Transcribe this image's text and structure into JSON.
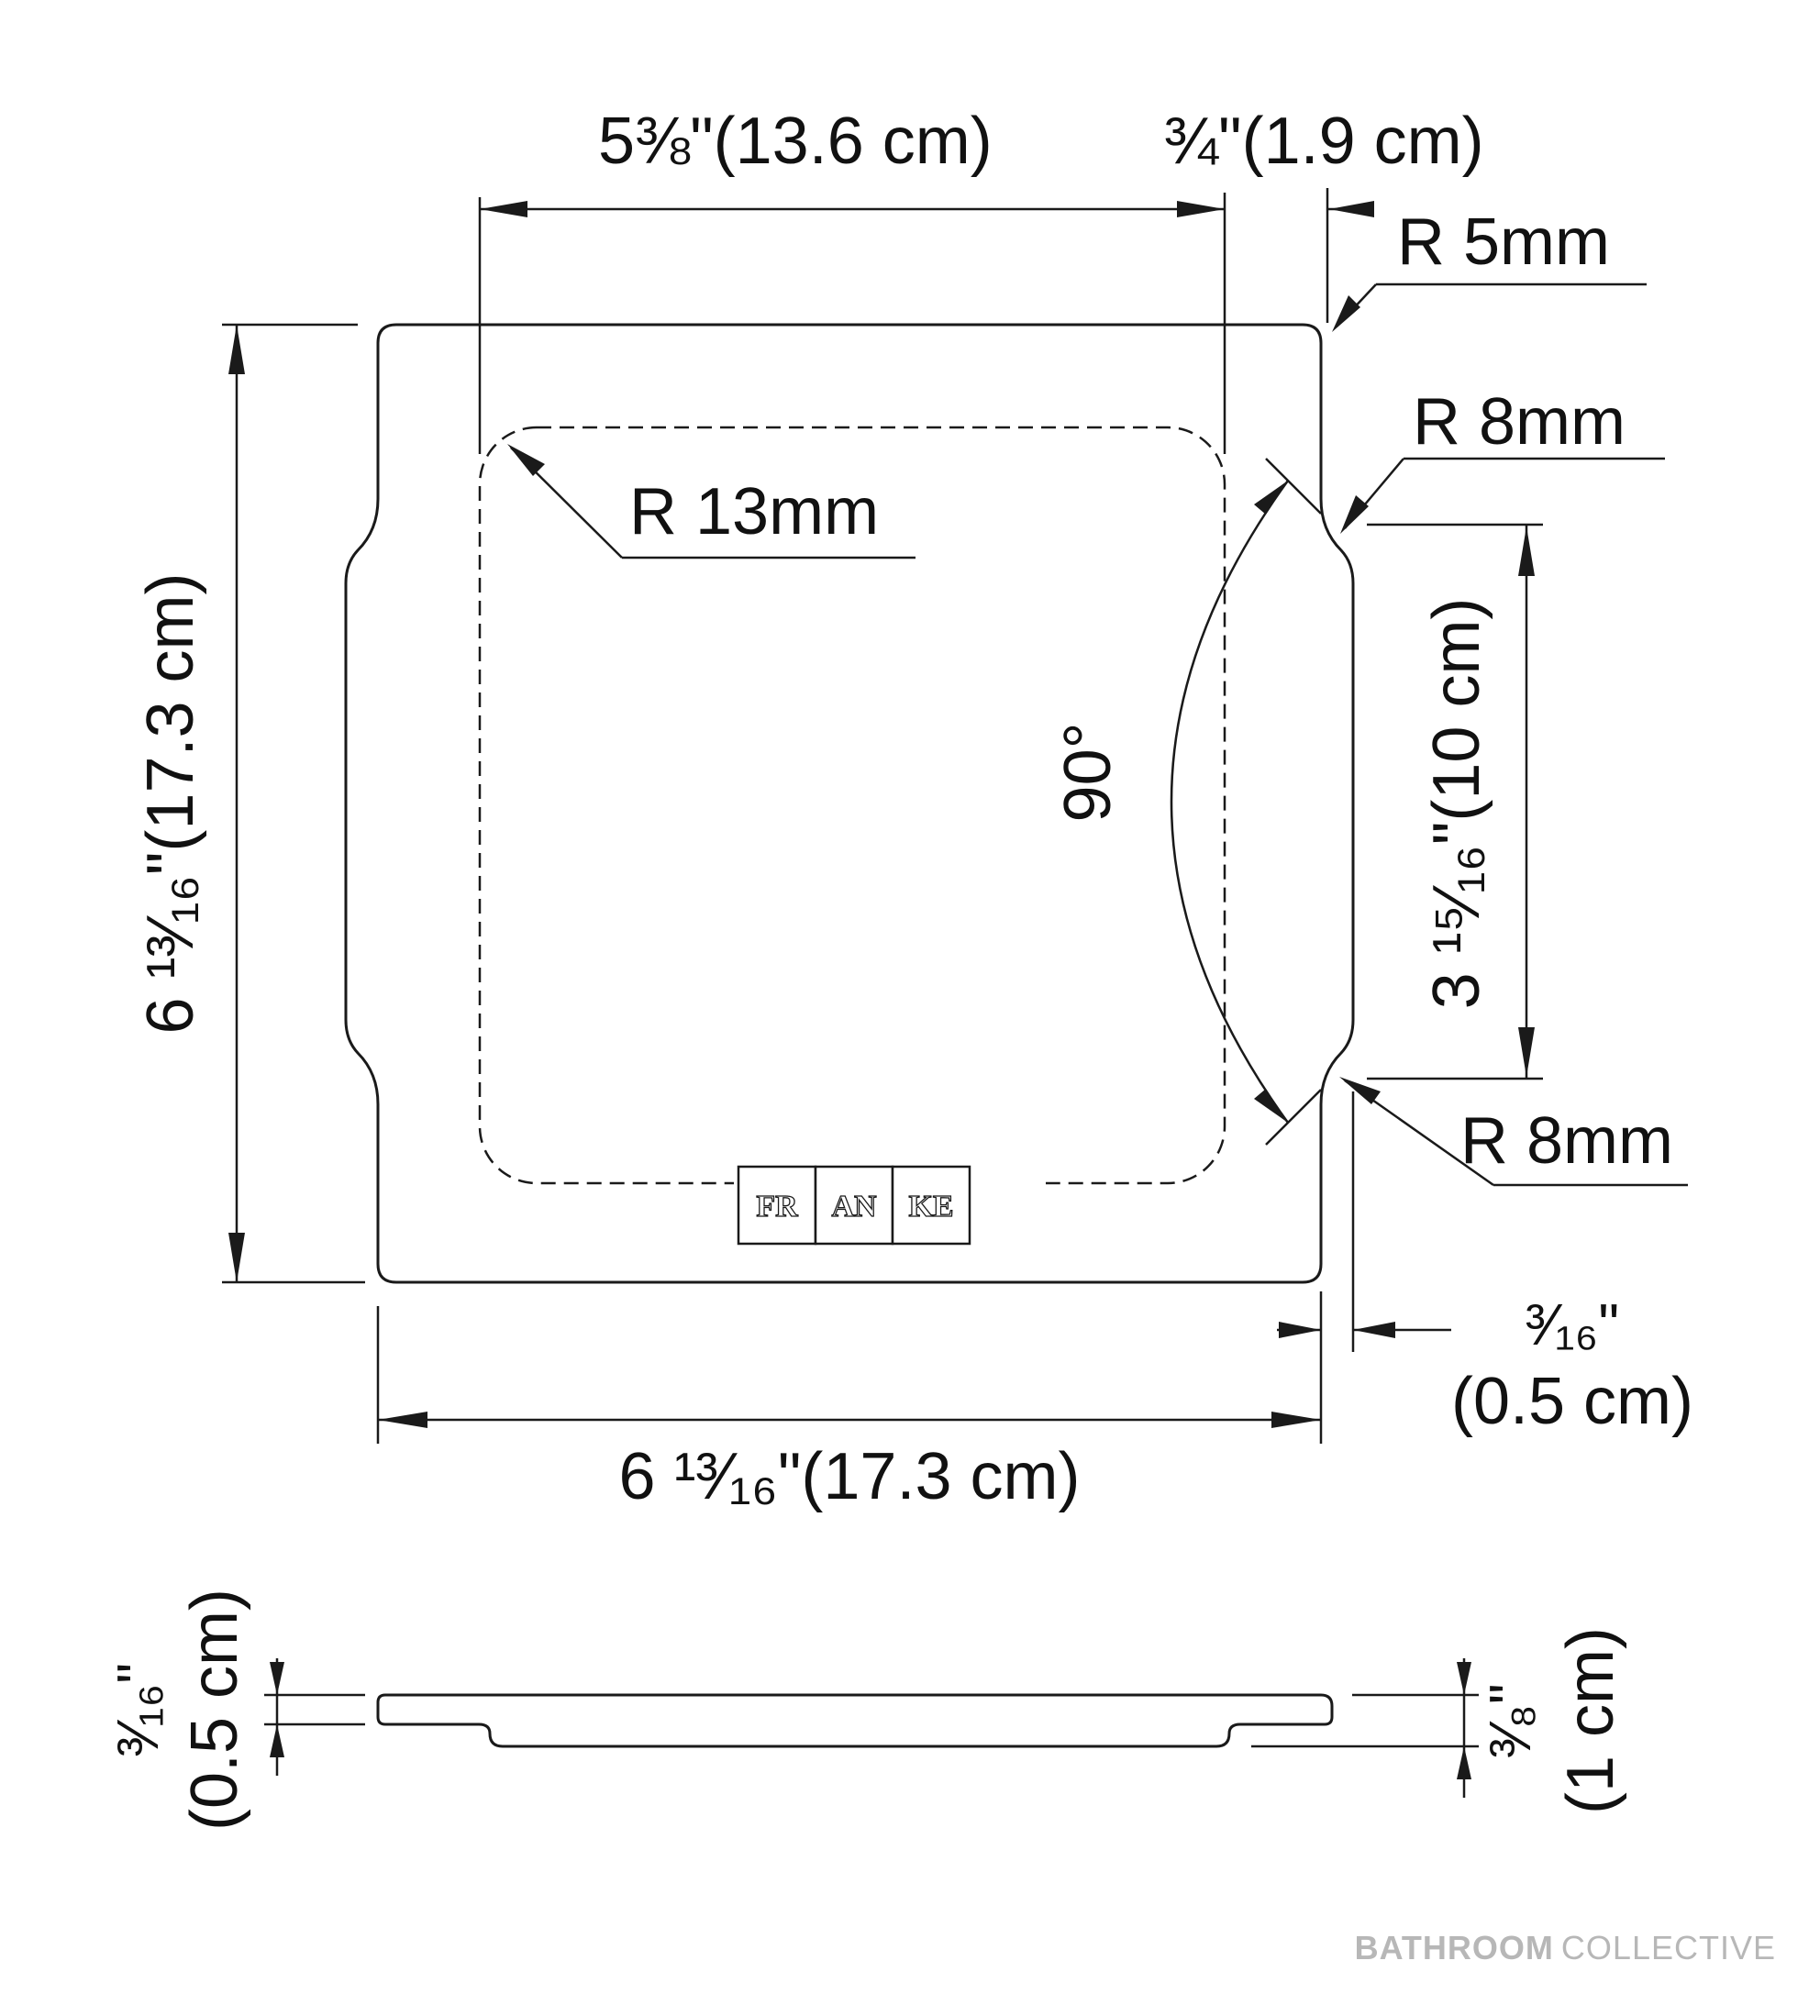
{
  "top_view": {
    "dim_inner_width": "5⅜\"(13.6 cm)",
    "dim_offset": "¾\"(1.9 cm)",
    "radius_corner": "R 5mm",
    "radius_notch_top": "R 8mm",
    "radius_notch_bottom": "R 8mm",
    "radius_inner": "R 13mm",
    "angle": "90°",
    "dim_height_left": "6 ¹³⁄₁₆\"(17.3 cm)",
    "dim_notch_height": "3 ¹⁵⁄₁₆\"(10 cm)",
    "dim_width_bottom": "6 ¹³⁄₁₆\"(17.3 cm)",
    "dim_edge_inset_inch": "³⁄₁₆\"",
    "dim_edge_inset_cm": "(0.5 cm)",
    "logo": {
      "letters": [
        "FR",
        "AN",
        "KE"
      ]
    }
  },
  "side_view": {
    "dim_left_inch": "³⁄₁₆\"",
    "dim_left_cm": "(0.5 cm)",
    "dim_right_inch": "³⁄₈\"",
    "dim_right_cm": "(1 cm)"
  },
  "watermark": {
    "bold": "BATHROOM",
    "light": "COLLECTIVE"
  }
}
